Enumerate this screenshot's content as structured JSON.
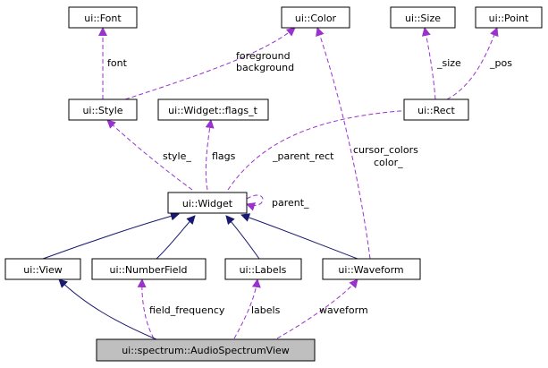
{
  "diagram": {
    "nodes": {
      "font": "ui::Font",
      "color": "ui::Color",
      "size": "ui::Size",
      "point": "ui::Point",
      "style": "ui::Style",
      "flags_t": "ui::Widget::flags_t",
      "rect": "ui::Rect",
      "widget": "ui::Widget",
      "view": "ui::View",
      "number_field": "ui::NumberField",
      "labels": "ui::Labels",
      "waveform": "ui::Waveform",
      "audio_spectrum_view": "ui::spectrum::AudioSpectrumView"
    },
    "edge_labels": {
      "font": "font",
      "foreground": "foreground",
      "background": "background",
      "size": "_size",
      "pos": "_pos",
      "style": "style_",
      "flags": "flags",
      "parent_rect": "_parent_rect",
      "cursor_colors": "cursor_colors",
      "color": "color_",
      "parent": "parent_",
      "field_frequency": "field_frequency",
      "labels": "labels",
      "waveform": "waveform"
    },
    "colors": {
      "inheritance": "#191970",
      "usage": "#9a32cd",
      "highlight_fill": "#bfbfbf"
    }
  }
}
